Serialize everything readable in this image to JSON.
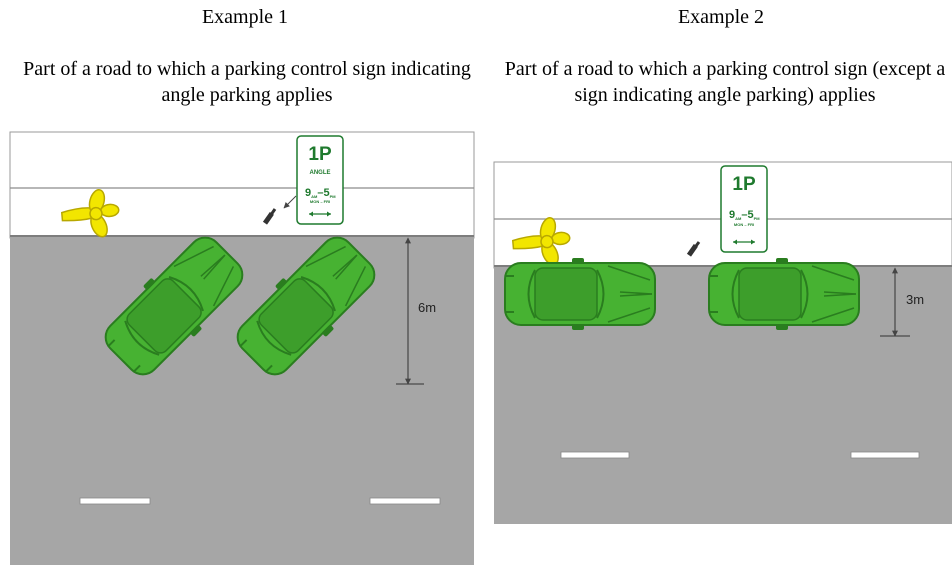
{
  "example1": {
    "title": "Example 1",
    "caption": "Part of a road to which a parking control sign indicating angle parking applies",
    "sign": {
      "main": "1P",
      "sub": "ANGLE",
      "time_from": "9",
      "time_from_sup": "AM",
      "time_to": "5",
      "time_to_sup": "PM",
      "days": "MON – FRI"
    },
    "measure": "6m"
  },
  "example2": {
    "title": "Example 2",
    "caption": "Part of a road to which a parking control sign (except a sign indicating angle parking) applies",
    "sign": {
      "main": "1P",
      "time_from": "9",
      "time_from_sup": "AM",
      "time_to": "5",
      "time_to_sup": "PM",
      "days": "MON – FRI"
    },
    "measure": "3m"
  },
  "colors": {
    "road": "#a6a6a6",
    "footpath": "#ffffff",
    "car": "#47b232",
    "car_dark": "#2a7d1f",
    "hydrant": "#f2e600",
    "sign_green": "#1f7a2e"
  }
}
